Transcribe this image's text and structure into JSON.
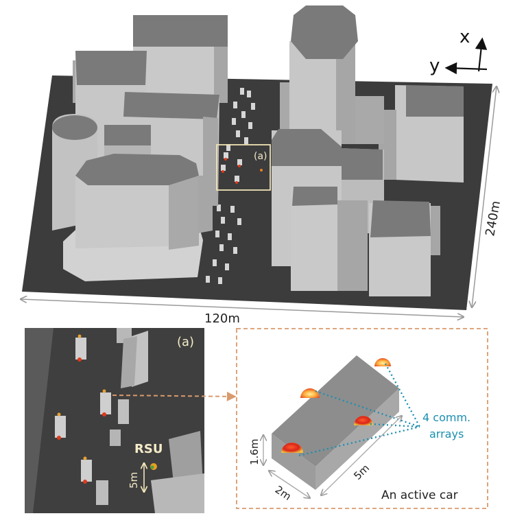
{
  "axes": {
    "x_label": "x",
    "y_label": "y"
  },
  "dimensions": {
    "width": "120m",
    "length": "240m"
  },
  "zoom": {
    "marker": "(a)",
    "inset_label": "(a)"
  },
  "rsu": {
    "label": "RSU",
    "distance": "5m"
  },
  "car_detail": {
    "height": "1.6m",
    "width": "2m",
    "length": "5m",
    "arrays_label_line1": "4 comm.",
    "arrays_label_line2": "arrays",
    "caption": "An active car"
  },
  "colors": {
    "ground": "#3c3c3c",
    "roof": "#7a7a7a",
    "wall_light": "#c7c7c7",
    "wall_mid": "#a9a9a9",
    "zoom_box": "#efe3b5",
    "detail_box": "#d99a6c",
    "arrays": "#1a8fb0",
    "antenna": "#e03a1a"
  }
}
